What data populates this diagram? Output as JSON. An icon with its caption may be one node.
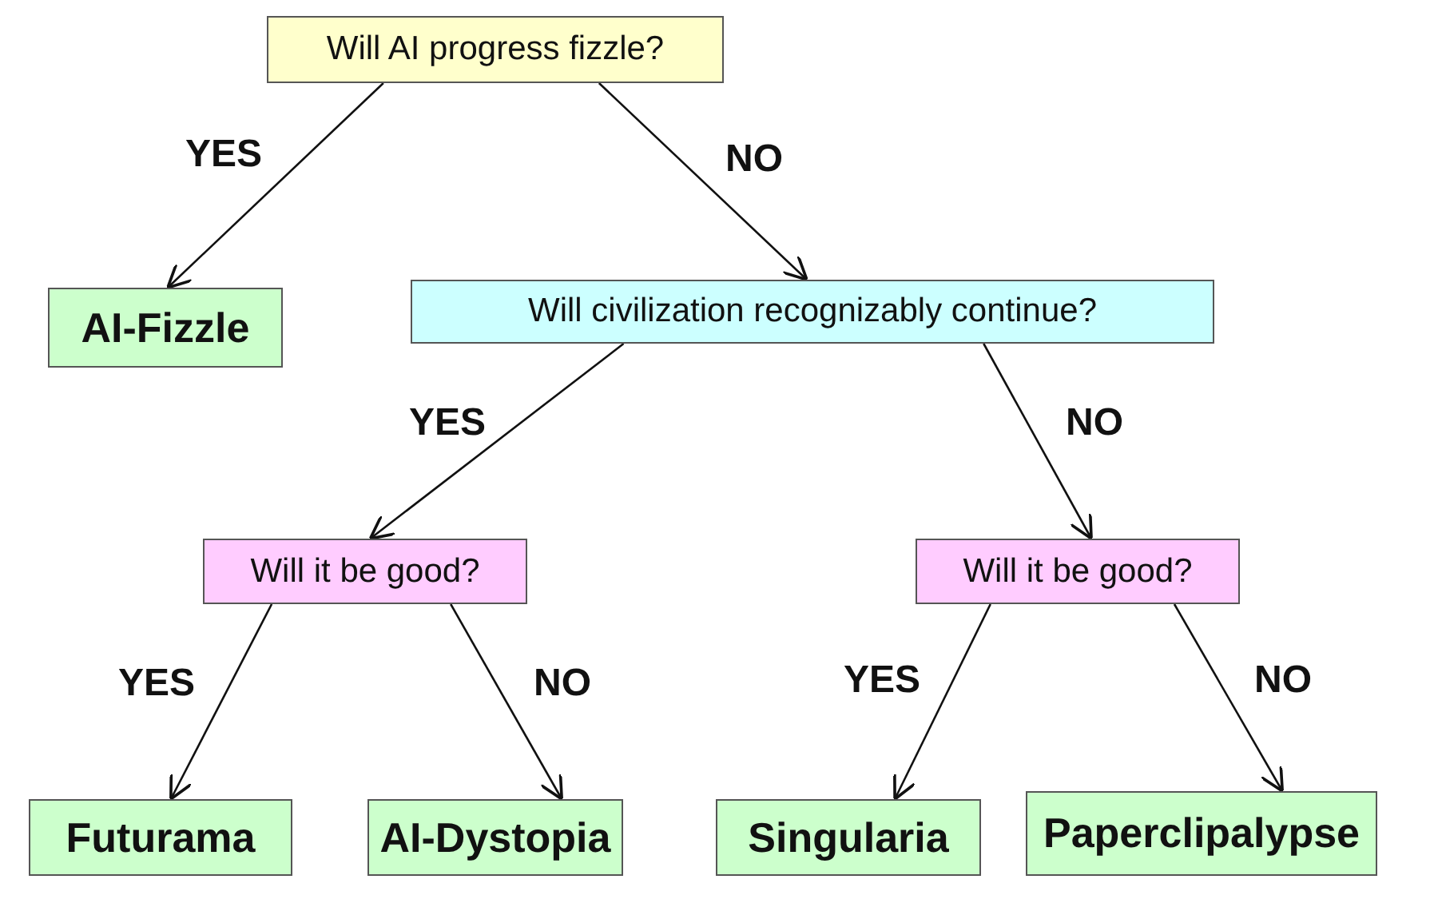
{
  "diagram": {
    "nodes": [
      {
        "text": [
          "Will AI progress fizzle?"
        ]
      },
      {
        "text": [
          "AI-Fizzle"
        ]
      },
      {
        "text": [
          "Will civilization recognizably continue?"
        ]
      },
      {
        "text": [
          "Will it be good?"
        ]
      },
      {
        "text": [
          "Will it be good?"
        ]
      },
      {
        "text": [
          "Futurama"
        ]
      },
      {
        "text": [
          "AI-Dystopia"
        ]
      },
      {
        "text": [
          "Singularia"
        ]
      },
      {
        "text": [
          "Paperclipalypse"
        ]
      }
    ],
    "edges": [
      {
        "from": 0,
        "to": 1,
        "arrow": "to",
        "label": "YES"
      },
      {
        "from": 0,
        "to": 2,
        "arrow": "to",
        "label": "NO"
      },
      {
        "from": 2,
        "to": 3,
        "arrow": "to",
        "label": "YES"
      },
      {
        "from": 2,
        "to": 4,
        "arrow": "to",
        "label": "NO"
      },
      {
        "from": 3,
        "to": 5,
        "arrow": "to",
        "label": "YES"
      },
      {
        "from": 3,
        "to": 6,
        "arrow": "to",
        "label": "NO"
      },
      {
        "from": 4,
        "to": 7,
        "arrow": "to",
        "label": "YES"
      },
      {
        "from": 4,
        "to": 8,
        "arrow": "to",
        "label": "NO"
      }
    ]
  }
}
